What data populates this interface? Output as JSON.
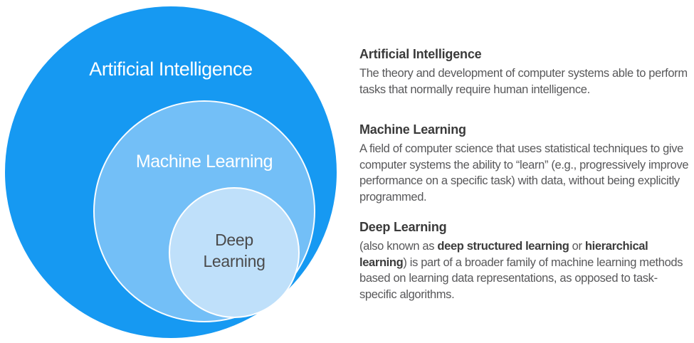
{
  "colors": {
    "ai_circle": "#1699f2",
    "ml_circle": "#73bff7",
    "dl_circle": "#bfe0fa",
    "circle_border": "#ffffff",
    "light_label": "#ffffff",
    "dl_label": "#4a4a4b",
    "term_heading": "#3a3a3a",
    "body_text": "#58585a"
  },
  "diagram": {
    "circles": [
      {
        "id": "artificial-intelligence",
        "label": "Artificial Intelligence"
      },
      {
        "id": "machine-learning",
        "label": "Machine Learning"
      },
      {
        "id": "deep-learning",
        "label_line1": "Deep",
        "label_line2": "Learning"
      }
    ]
  },
  "sections": {
    "ai": {
      "heading": "Artificial Intelligence",
      "body": "The theory and development of computer systems able to perform tasks that normally require human intelligence."
    },
    "ml": {
      "heading": "Machine Learning",
      "body": "A field of computer science that uses statistical techniques to give computer systems the ability to “learn” (e.g., progressively improve performance on a specific task) with data, without being explicitly programmed."
    },
    "dl": {
      "heading": "Deep Learning",
      "segments": [
        {
          "text": "(also known as ",
          "bold": false
        },
        {
          "text": "deep structured learning",
          "bold": true
        },
        {
          "text": " or ",
          "bold": false
        },
        {
          "text": "hierarchical learning",
          "bold": true
        },
        {
          "text": ") is part of a broader family of machine learning methods based on learning data representations, as opposed to task-specific algorithms.",
          "bold": false
        }
      ]
    }
  }
}
